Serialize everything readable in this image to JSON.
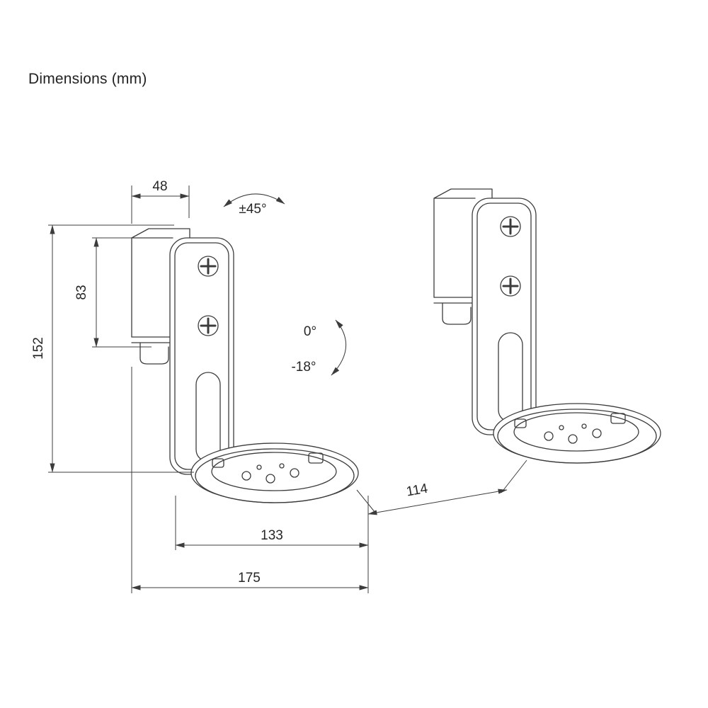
{
  "page": {
    "title": "Dimensions (mm)",
    "background": "#ffffff"
  },
  "drawing": {
    "colors": {
      "line": "#3c3c3c",
      "text": "#262626",
      "background": "#ffffff"
    },
    "units": "mm",
    "labels": {
      "top_width": "48",
      "swivel_range": "±45°",
      "plate_height": "83",
      "overall_height": "152",
      "tilt_max": "0°",
      "tilt_min": "-18°",
      "depth": "114",
      "inner_width": "133",
      "overall_width": "175"
    }
  }
}
